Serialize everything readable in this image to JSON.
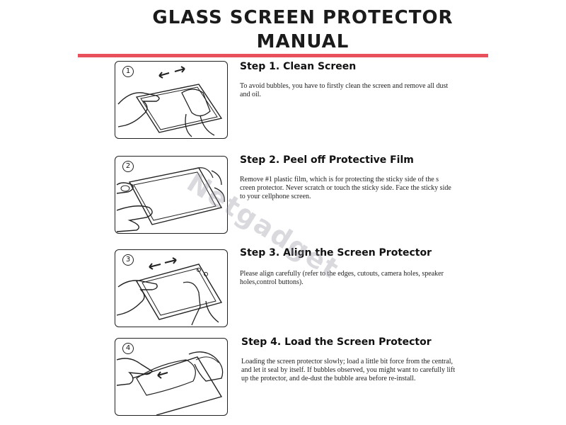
{
  "header": {
    "title_line1": "GLASS SCREEN PROTECTOR",
    "title_line2": "MANUAL"
  },
  "watermark": "Netgadget",
  "steps": [
    {
      "number": "1",
      "title": "Step 1. Clean Screen",
      "body": "To avoid bubbles, you have to firstly clean the screen and remove all dust and oil."
    },
    {
      "number": "2",
      "title": "Step 2. Peel off Protective Film",
      "body": "Remove #1 plastic film, which is for protecting the sticky side of the s creen protector. Never scratch or touch the sticky side. Face the sticky side to your cellphone screen."
    },
    {
      "number": "3",
      "title": "Step 3. Align the Screen Protector",
      "body": "Please align carefully (refer to the edges, cutouts, camera holes, speaker holes,control buttons)."
    },
    {
      "number": "4",
      "title": "Step 4. Load the Screen Protector",
      "body": "Loading the screen protector slowly; load a little bit force from the central, and let it seal by itself. If bubbles observed, you might want to carefully lift up the protector, and de-dust the bubble area before re-install."
    }
  ],
  "colors": {
    "accent_rule": "#e8505b",
    "line_art": "#222222"
  }
}
